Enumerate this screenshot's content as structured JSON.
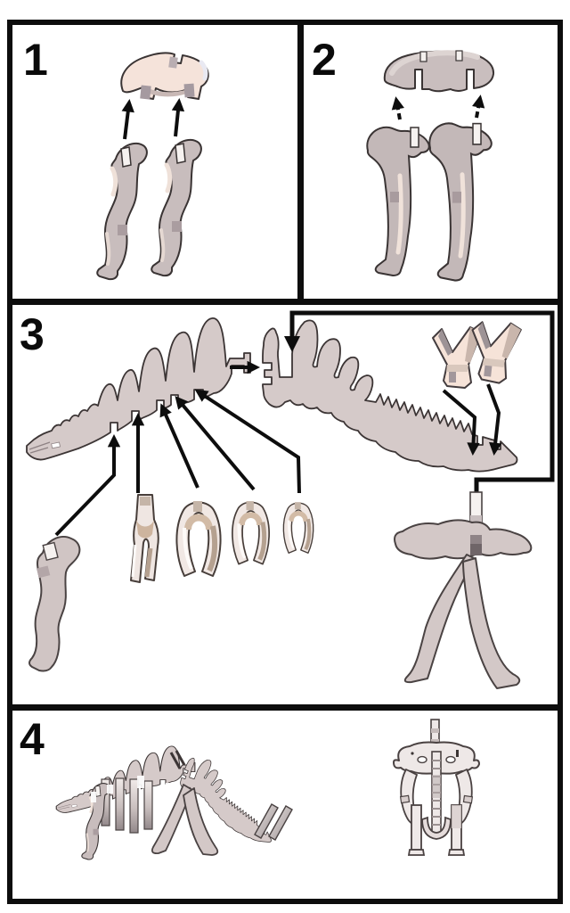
{
  "sheet": {
    "type": "assembly-instructions",
    "subject": "stegosaurus-skeleton-puzzle",
    "step_count": 4
  },
  "panels": [
    {
      "id": "step-1",
      "label": "1"
    },
    {
      "id": "step-2",
      "label": "2"
    },
    {
      "id": "step-3",
      "label": "3"
    },
    {
      "id": "step-4",
      "label": "4"
    }
  ],
  "pieces": [
    "hip-plate",
    "hind-leg-left",
    "hind-leg-right",
    "shoulder-plate",
    "front-leg-left",
    "front-leg-right",
    "spine-neck-section",
    "tail-section",
    "neck-brace",
    "rib-fork",
    "rib-arch-large",
    "rib-arch-medium",
    "rib-arch-small",
    "tail-spike-left",
    "tail-spike-right",
    "leg-assembly",
    "assembled-side-view",
    "assembled-front-view"
  ],
  "palette": {
    "paper": "#ffffff",
    "line": "#0d0d0d",
    "outline": "#3c3535",
    "bone_gray": "#c8bdbd",
    "bone_flat": "#d5cac9",
    "bone_shadow": "#a89b9e",
    "bone_cream": "#f5e4da",
    "bone_tan": "#d2bba6",
    "bone_tan_dark": "#b5a190",
    "white_tab": "#f8f4f2"
  }
}
